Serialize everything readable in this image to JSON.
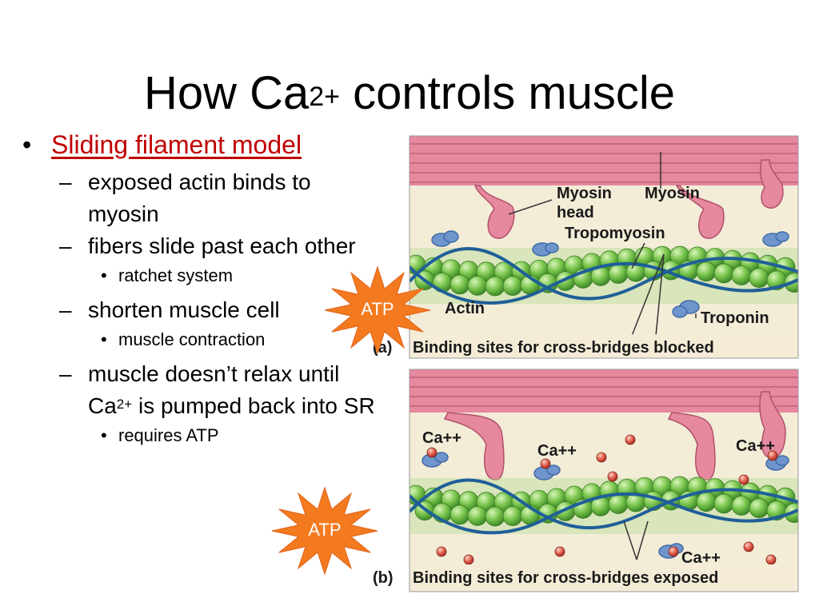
{
  "slide": {
    "title_main": "How Ca",
    "title_sup": "2+",
    "title_rest": " controls muscle"
  },
  "bullets": {
    "l1": "Sliding filament model",
    "b1": "exposed actin binds to myosin",
    "b2": "fibers slide past each other",
    "b2_sub": "ratchet system",
    "b3": "shorten muscle cell",
    "b3_sub": "muscle contraction",
    "b4_a": "muscle doesn’t relax until Ca",
    "b4_sup": "2+",
    "b4_b": " is pumped back into SR",
    "b4_sub": "requires ATP",
    "marker_l1": "•",
    "marker_l2": "–",
    "marker_l3": "•"
  },
  "diagram": {
    "panel_a": {
      "label": "(a)",
      "caption": "Binding sites for cross-bridges blocked",
      "myosin_head": "Myosin head",
      "myosin": "Myosin",
      "tropomyosin": "Tropomyosin",
      "actin": "Actin",
      "troponin": "Troponin"
    },
    "panel_b": {
      "label": "(b)",
      "caption": "Binding sites for cross-bridges exposed",
      "ca_label": "Ca++"
    },
    "atp_label": "ATP",
    "colors": {
      "myosin": "#e6889e",
      "background": "#f3ecd7",
      "actin": "#78c44c",
      "tropomyosin": "#1f5f99",
      "troponin": "#6f95cc",
      "calcium": "#d9534f",
      "atp_burst": "#f47a1f"
    }
  }
}
